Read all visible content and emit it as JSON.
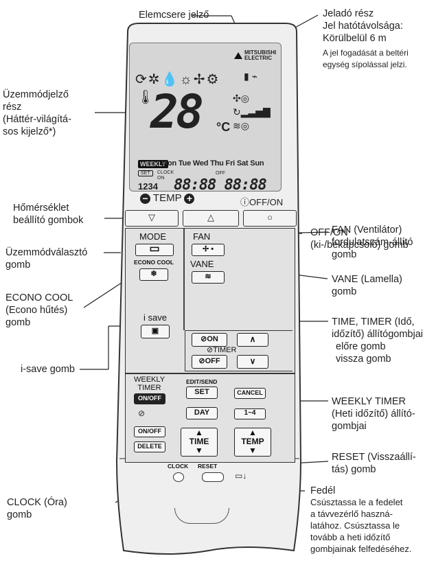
{
  "labels": {
    "battery": "Elemcsere jelző",
    "transmitter": [
      "Jeladó rész",
      "Jel hatótávolsága:",
      "Körülbelül 6 m"
    ],
    "transmitter_note": [
      "A jel fogadását a beltéri",
      "egység sípolással jelzi."
    ],
    "mode_display": [
      "Üzemmódjelző",
      "rész",
      "(Háttér-világítá-",
      "sos kijelző*)"
    ],
    "temp_buttons": [
      "Hőmérséklet",
      "beállító gombok"
    ],
    "mode_select": [
      "Üzemmódválasztó",
      "gomb"
    ],
    "econo": [
      "ECONO COOL",
      "(Econo hűtés)",
      "gomb"
    ],
    "isave": "i-save gomb",
    "clock": [
      "CLOCK (Óra)",
      "gomb"
    ],
    "offon": [
      "OFF/ON",
      "(ki-/bekapcsoló) gomb"
    ],
    "fan": [
      "FAN (Ventilátor)",
      "fordulatszám-állító",
      "gomb"
    ],
    "vane": [
      "VANE (Lamella)",
      "gomb"
    ],
    "timer": [
      "TIME, TIMER (Idő,",
      "időzítő) állítógombjai",
      "előre gomb",
      "vissza gomb"
    ],
    "weekly": [
      "WEEKLY TIMER",
      "(Heti időzítő) állító-",
      "gombjai"
    ],
    "reset": [
      "RESET (Visszaállí-",
      "tás) gomb"
    ],
    "cover": [
      "Fedél",
      "Csúsztassa le a fedelet",
      "a távvezérlő haszná-",
      "latához. Csúsztassa le",
      "tovább a heti időzítő",
      "gombjainak felfedéséhez."
    ]
  },
  "remote": {
    "logo": [
      "MITSUBISHI",
      "ELECTRIC"
    ],
    "lcd_temp": "28",
    "lcd_unit": "°C",
    "weekly_tag": "WEEKLY",
    "days": "Mon Tue Wed Thu Fri Sat Sun",
    "set_tag": "SET",
    "clock_tag": "CLOCK",
    "on_tag": "ON",
    "off_tag": "OFF",
    "digits": "1234",
    "time_display": "88:88 88:88",
    "temp_label": "TEMP",
    "offon_label": "OFF/ON",
    "mode": "MODE",
    "econo_cool": "ECONO COOL",
    "fan": "FAN",
    "vane": "VANE",
    "isave": "i save",
    "on_btn": "ON",
    "timer": "TIMER",
    "off_btn": "OFF",
    "weekly_timer": [
      "WEEKLY",
      "TIMER"
    ],
    "onoff": "ON/OFF",
    "edit_send": "EDIT/SEND",
    "set": "SET",
    "cancel": "CANCEL",
    "day": "DAY",
    "range": "1~4",
    "onoff2": "ON/OFF",
    "delete": "DELETE",
    "time": "TIME",
    "temp": "TEMP",
    "clock_btn": "CLOCK",
    "reset_btn": "RESET"
  }
}
